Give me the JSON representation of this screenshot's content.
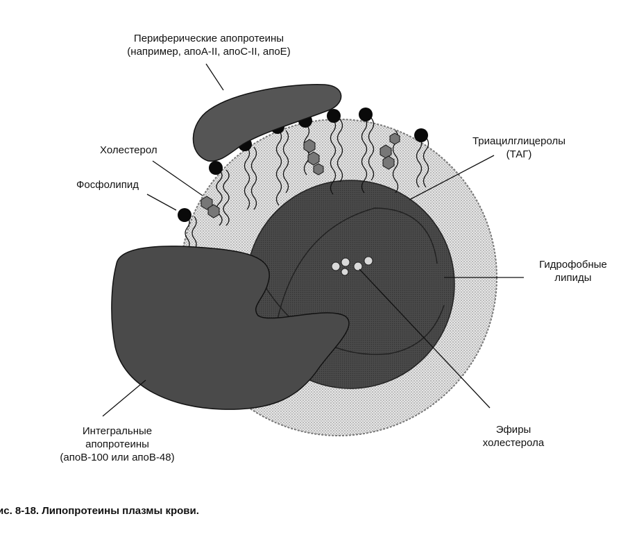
{
  "labels": {
    "peripheral_line1": "Периферические апопротеины",
    "peripheral_line2": "(например, апоА-II, апоС-II, апоЕ)",
    "cholesterol": "Холестерол",
    "phospholipid": "Фосфолипид",
    "tag_line1": "Триацилглицеролы",
    "tag_line2": "(ТАГ)",
    "hydrophobic_line1": "Гидрофобные",
    "hydrophobic_line2": "липиды",
    "integral_line1": "Интегральные",
    "integral_line2": "апопротеины",
    "integral_line3": "(апоВ-100 или апоВ-48)",
    "esters_line1": "Эфиры",
    "esters_line2": "холестерола"
  },
  "caption": "ис. 8-18. Липопротеины плазмы крови."
}
